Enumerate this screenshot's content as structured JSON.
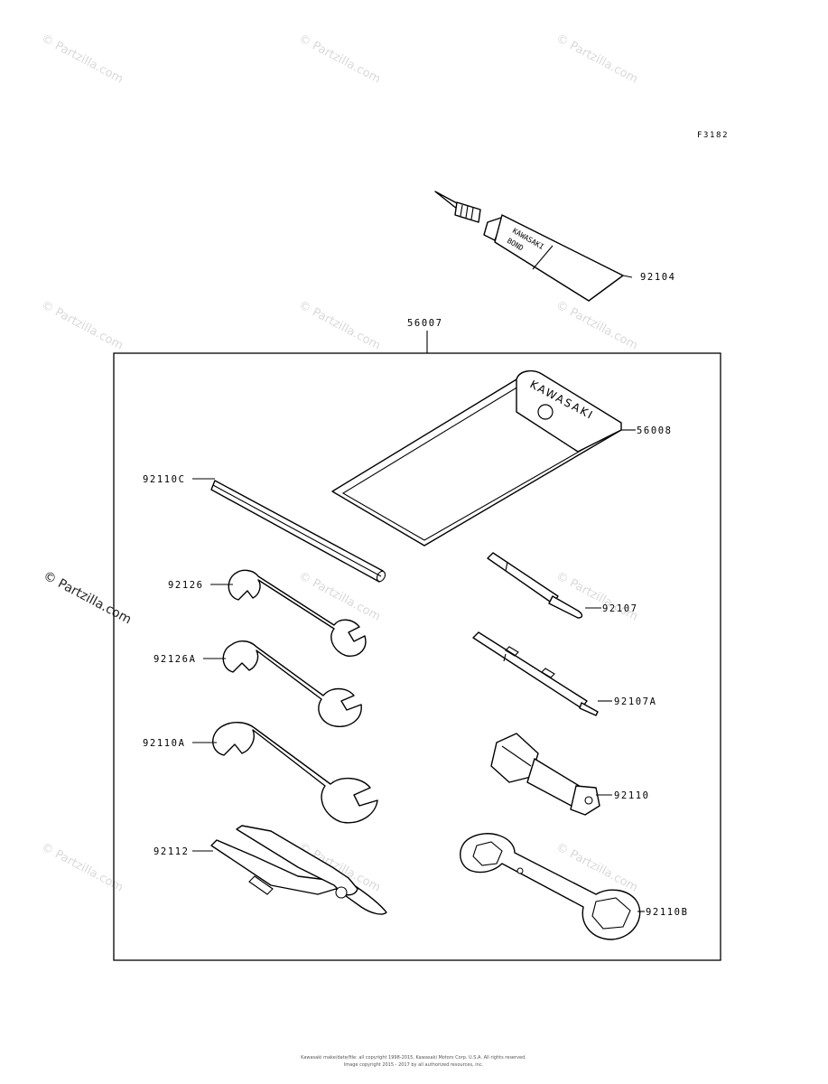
{
  "figure_code": "F3182",
  "watermark_text": "© Partzilla.com",
  "footer": {
    "line1": "Kawasaki make/date/file: all copyright 1998-2015, Kawasaki Motors Corp. U.S.A. All rights reserved.",
    "line2": "Image copyright 2015 - 2017 by all authorized resources, inc."
  },
  "parts": {
    "kit": "56007",
    "bond": "92104",
    "pouch": "56008",
    "bar": "92110C",
    "wrench_small": "92126",
    "wrench_mid": "92126A",
    "wrench_large": "92110A",
    "pliers": "92112",
    "screwdriver_short": "92107",
    "screwdriver_long": "92107A",
    "spark_plug_wrench": "92110",
    "box_wrench": "92110B"
  },
  "pouch_brand": "KAWASAKI",
  "bond_tube_text": {
    "line1": "KAWASAKI",
    "line2": "BOND"
  }
}
